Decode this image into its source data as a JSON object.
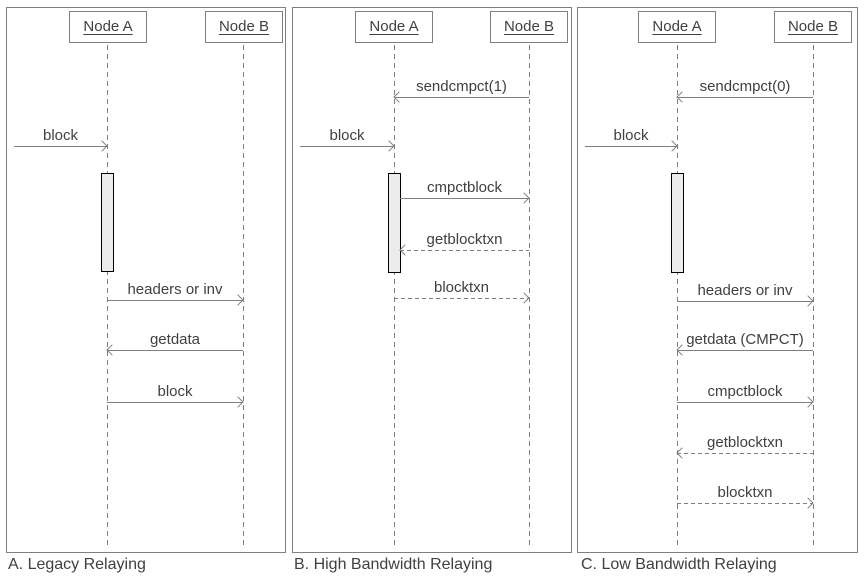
{
  "colors": {
    "line": "#7f7f7f",
    "text": "#404040",
    "activation_fill": "#ececec",
    "activation_border": "#000000",
    "background": "#ffffff"
  },
  "panels": [
    {
      "caption": "A. Legacy Relaying",
      "nodes": [
        {
          "label": "Node A"
        },
        {
          "label": "Node B"
        }
      ],
      "messages": [
        {
          "label": "block",
          "from": "external",
          "to": "Node A",
          "line": "solid",
          "direction": "right"
        },
        {
          "label": "headers or inv",
          "from": "Node A",
          "to": "Node B",
          "line": "solid",
          "direction": "right"
        },
        {
          "label": "getdata",
          "from": "Node B",
          "to": "Node A",
          "line": "solid",
          "direction": "left"
        },
        {
          "label": "block",
          "from": "Node A",
          "to": "Node B",
          "line": "solid",
          "direction": "right"
        }
      ]
    },
    {
      "caption": "B. High Bandwidth Relaying",
      "nodes": [
        {
          "label": "Node A"
        },
        {
          "label": "Node B"
        }
      ],
      "messages": [
        {
          "label": "sendcmpct(1)",
          "from": "Node B",
          "to": "Node A",
          "line": "solid",
          "direction": "left"
        },
        {
          "label": "block",
          "from": "external",
          "to": "Node A",
          "line": "solid",
          "direction": "right"
        },
        {
          "label": "cmpctblock",
          "from": "Node A",
          "to": "Node B",
          "line": "solid",
          "direction": "right"
        },
        {
          "label": "getblocktxn",
          "from": "Node B",
          "to": "Node A",
          "line": "dashed",
          "direction": "left"
        },
        {
          "label": "blocktxn",
          "from": "Node A",
          "to": "Node B",
          "line": "dashed",
          "direction": "right"
        }
      ]
    },
    {
      "caption": "C. Low Bandwidth Relaying",
      "nodes": [
        {
          "label": "Node A"
        },
        {
          "label": "Node B"
        }
      ],
      "messages": [
        {
          "label": "sendcmpct(0)",
          "from": "Node B",
          "to": "Node A",
          "line": "solid",
          "direction": "left"
        },
        {
          "label": "block",
          "from": "external",
          "to": "Node A",
          "line": "solid",
          "direction": "right"
        },
        {
          "label": "headers or inv",
          "from": "Node A",
          "to": "Node B",
          "line": "solid",
          "direction": "right"
        },
        {
          "label": "getdata (CMPCT)",
          "from": "Node B",
          "to": "Node A",
          "line": "solid",
          "direction": "left"
        },
        {
          "label": "cmpctblock",
          "from": "Node A",
          "to": "Node B",
          "line": "solid",
          "direction": "right"
        },
        {
          "label": "getblocktxn",
          "from": "Node B",
          "to": "Node A",
          "line": "dashed",
          "direction": "left"
        },
        {
          "label": "blocktxn",
          "from": "Node A",
          "to": "Node B",
          "line": "dashed",
          "direction": "right"
        }
      ]
    }
  ]
}
